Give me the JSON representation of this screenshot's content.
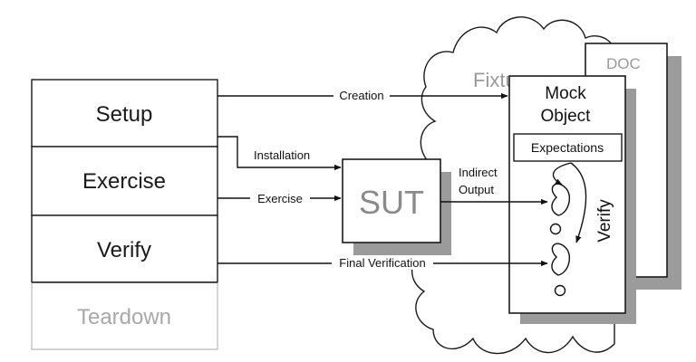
{
  "phases": {
    "setup": "Setup",
    "exercise": "Exercise",
    "verify": "Verify",
    "teardown": "Teardown"
  },
  "arrows": {
    "creation": "Creation",
    "installation": "Installation",
    "exercise": "Exercise",
    "indirect_output_line1": "Indirect",
    "indirect_output_line2": "Output",
    "final_verification": "Final Verification"
  },
  "sut": "SUT",
  "fixture": "Fixture",
  "doc": "DOC",
  "mock": {
    "title_line1": "Mock",
    "title_line2": "Object",
    "expectations": "Expectations",
    "verify": "Verify"
  }
}
